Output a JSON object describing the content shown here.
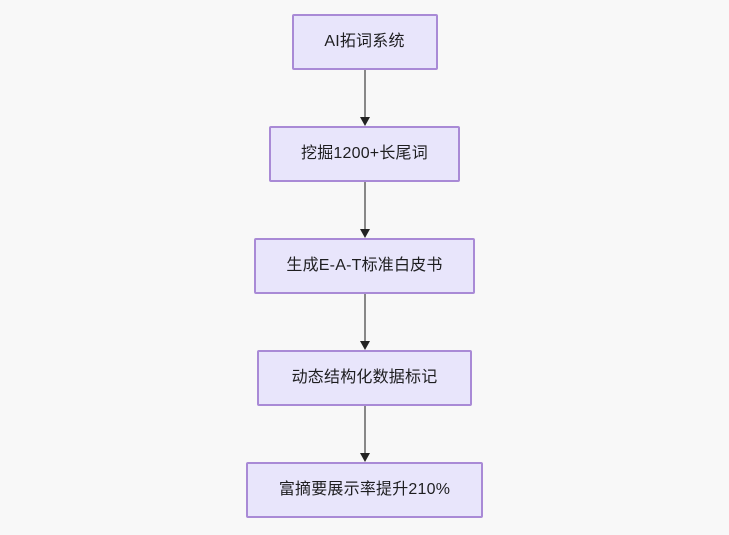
{
  "diagram": {
    "type": "flowchart",
    "orientation": "top-to-bottom",
    "background_color": "#f8f8f8",
    "node_fill_color": "#e8e5fb",
    "node_border_color": "#a98ad6",
    "node_text_color": "#1e1e20",
    "connector_line_color": "#888888",
    "connector_arrow_color": "#232323",
    "nodes": [
      {
        "id": "n1",
        "label": "AI拓词系统"
      },
      {
        "id": "n2",
        "label": "挖掘1200+长尾词"
      },
      {
        "id": "n3",
        "label": "生成E-A-T标准白皮书"
      },
      {
        "id": "n4",
        "label": "动态结构化数据标记"
      },
      {
        "id": "n5",
        "label": "富摘要展示率提升210%"
      }
    ],
    "edges": [
      {
        "from": "n1",
        "to": "n2",
        "arrow": "arrow-down-icon"
      },
      {
        "from": "n2",
        "to": "n3",
        "arrow": "arrow-down-icon"
      },
      {
        "from": "n3",
        "to": "n4",
        "arrow": "arrow-down-icon"
      },
      {
        "from": "n4",
        "to": "n5",
        "arrow": "arrow-down-icon"
      }
    ]
  }
}
